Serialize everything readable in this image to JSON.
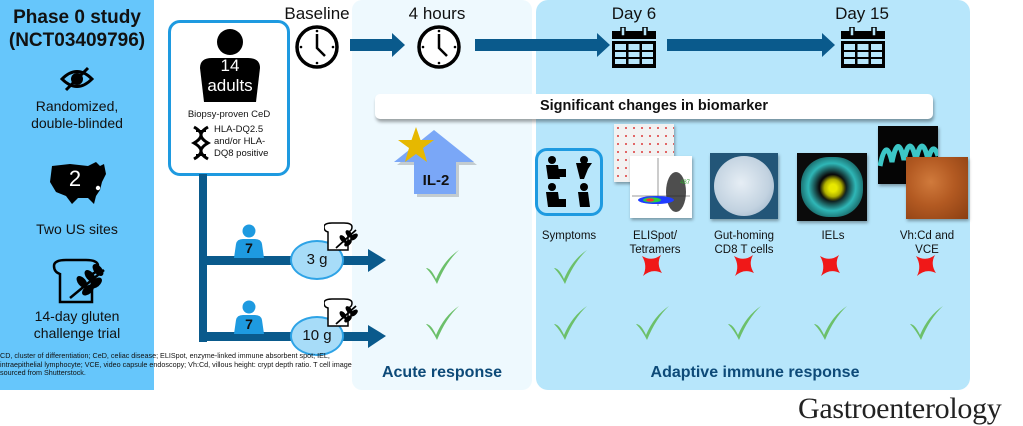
{
  "study": {
    "title_line1": "Phase 0 study",
    "title_line2": "(NCT03409796)",
    "design_line1": "Randomized,",
    "design_line2": "double-blinded",
    "sites_count": "2",
    "sites_label": "Two US sites",
    "trial_line1": "14-day gluten",
    "trial_line2": "challenge trial"
  },
  "cohort": {
    "count": "14",
    "unit": "adults",
    "criteria1": "Biopsy-proven CeD",
    "criteria2_line1": "HLA-DQ2.5",
    "criteria2_line2": "and/or HLA-",
    "criteria2_line3": "DQ8 positive"
  },
  "timeline": [
    "Baseline",
    "4 hours",
    "Day 6",
    "Day 15"
  ],
  "arms": [
    {
      "n": "7",
      "dose": "3 g"
    },
    {
      "n": "7",
      "dose": "10 g"
    }
  ],
  "biomarker_header": "Significant changes in biomarker",
  "acute": {
    "marker": "IL-2",
    "results": [
      "check",
      "check"
    ],
    "label": "Acute response"
  },
  "adaptive": {
    "label": "Adaptive immune response",
    "markers": [
      {
        "label_line1": "Symptoms",
        "label_line2": "",
        "results": [
          "check",
          "check"
        ]
      },
      {
        "label_line1": "ELISpot/",
        "label_line2": "Tetramers",
        "results": [
          "cross",
          "check"
        ]
      },
      {
        "label_line1": "Gut-homing",
        "label_line2": "CD8 T cells",
        "results": [
          "cross",
          "check"
        ]
      },
      {
        "label_line1": "IELs",
        "label_line2": "",
        "results": [
          "cross",
          "check"
        ]
      },
      {
        "label_line1": "Vh:Cd and",
        "label_line2": "VCE",
        "results": [
          "cross",
          "check"
        ]
      }
    ]
  },
  "footnote_line1": "CD, cluster of differentiation; CeD, celiac disease; ELISpot, enzyme-linked immune absorbent spot; IEL,",
  "footnote_line2": "intraepithelial lymphocyte; VCE, video capsule endoscopy; Vh:Cd, villous height: crypt depth ratio. T cell image",
  "footnote_line3": "sourced from Shutterstock.",
  "journal": "Gastroenterology",
  "colors": {
    "left_panel": "#66c6fb",
    "acute_bg": "#eef9fe",
    "adaptive_bg": "#b7e6fb",
    "arrow": "#0a5a8c",
    "check": "#6cc06a",
    "cross": "#f01818",
    "accent_border": "#1e9ae0",
    "il2_arrow": "#7aa7f7",
    "star": "#e6b800"
  }
}
